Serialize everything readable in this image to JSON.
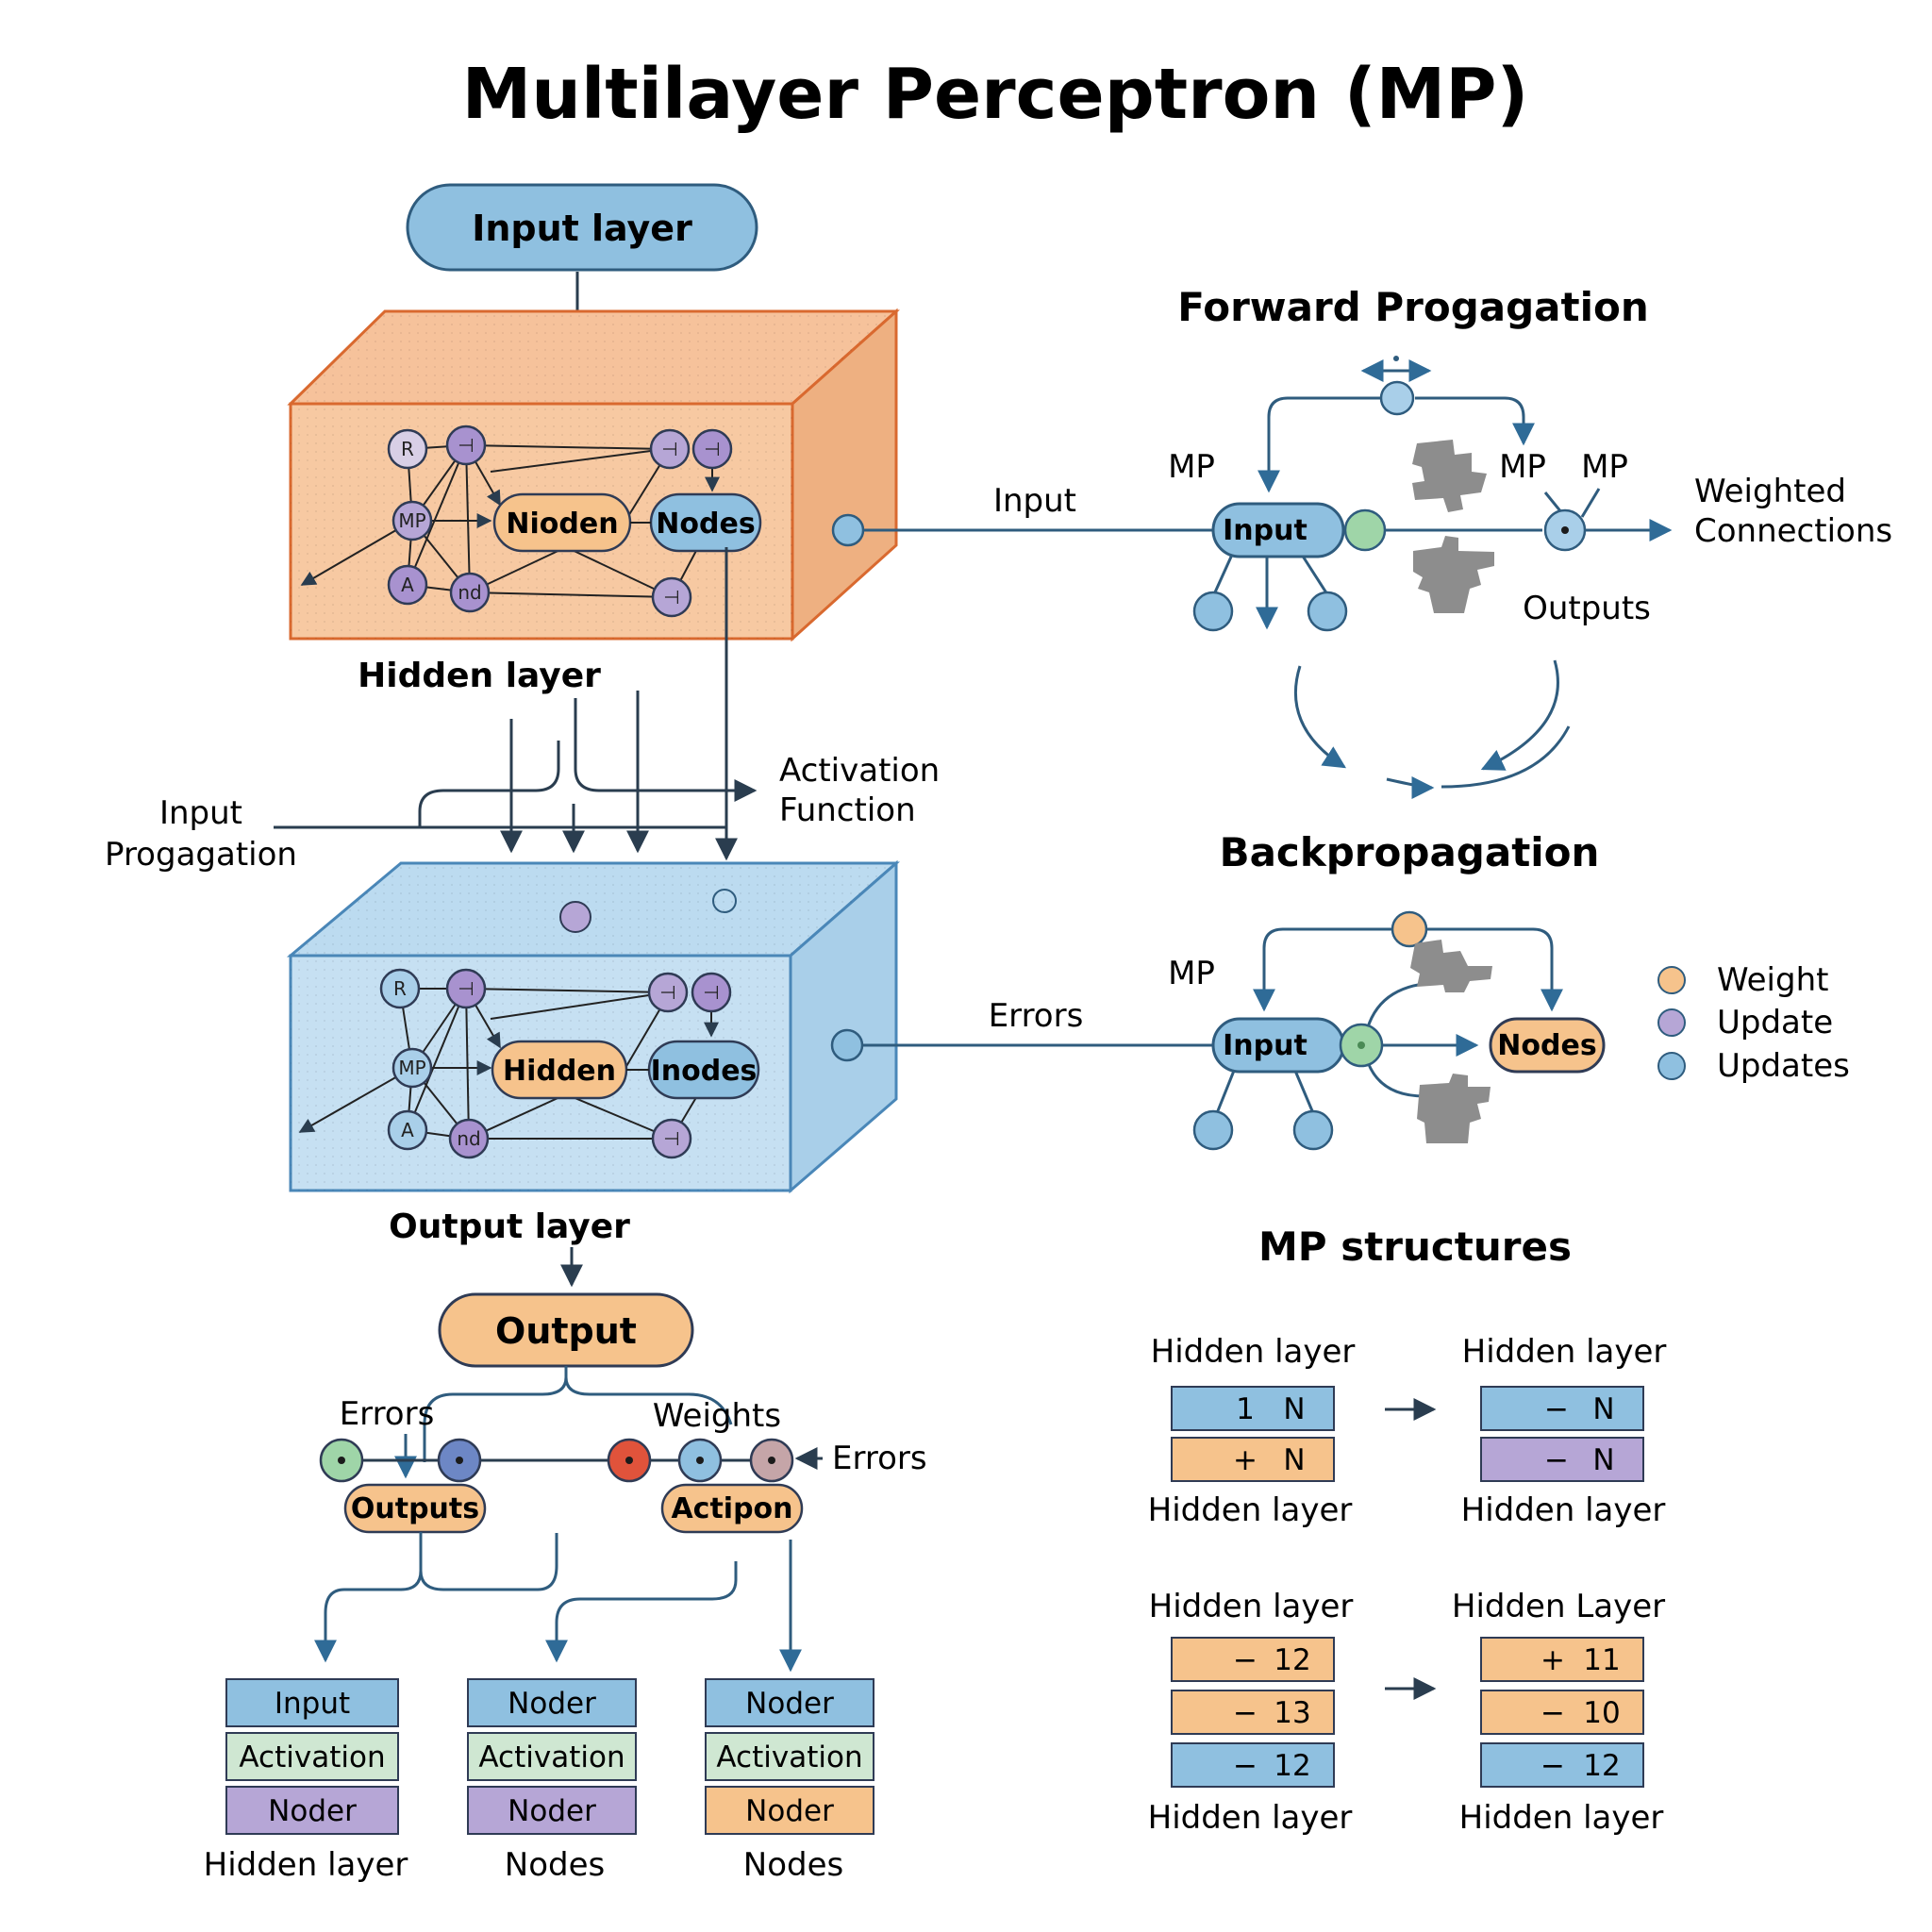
{
  "title": "Multilayer Perceptron (MP)",
  "colors": {
    "blue": "#8fc0e0",
    "orange": "#f6c38c",
    "purple": "#b6a6d6",
    "green": "#9fd5a8",
    "red": "#e0533b",
    "line": "#2f5c7e",
    "hidden_box": "#f7c9a2",
    "output_box": "#c6e0f2"
  },
  "left": {
    "input_layer_pill": "Input layer",
    "hidden_box": {
      "caption": "Hidden layer",
      "pill_left": "Nioden",
      "pill_right": "Nodes",
      "node_labels": [
        "R",
        "⊣",
        "MP",
        "⊣",
        "⊣",
        "A",
        "nd",
        "⊣"
      ]
    },
    "input_propagation": "Input Progagation",
    "activation_function": "Activation Function",
    "output_box": {
      "caption": "Output layer",
      "pill_left": "Hidden",
      "pill_right": "Inodes",
      "node_labels": [
        "R",
        "⊣",
        "MP",
        "⊣",
        "⊣",
        "A",
        "nd",
        "⊣"
      ]
    },
    "output_pill": "Output",
    "errors_left": "Errors",
    "weights": "Weights",
    "errors_right": "Errors",
    "outputs_pill": "Outputs",
    "action_pill": "Actipon",
    "stacks": [
      {
        "rows": [
          "Input",
          "Activation",
          "Noder"
        ],
        "caption": "Hidden layer"
      },
      {
        "rows": [
          "Noder",
          "Activation",
          "Noder"
        ],
        "caption": "Nodes"
      },
      {
        "rows": [
          "Noder",
          "Activation",
          "Noder"
        ],
        "caption": "Nodes"
      }
    ]
  },
  "forward": {
    "heading": "Forward Progagation",
    "link_label": "Input",
    "mp_a": "MP",
    "mp_b": "MP",
    "mp_c": "MP",
    "input_pill": "Input",
    "weighted": "Weighted Connections",
    "outputs": "Outputs"
  },
  "back": {
    "heading": "Backpropagation",
    "link_label": "Errors",
    "mp": "MP",
    "input_pill": "Input",
    "nodes_pill": "Nodes",
    "legend": [
      "Weight",
      "Update",
      "Updates"
    ]
  },
  "structures": {
    "heading": "MP structures",
    "top": {
      "left_header": "Hidden layer",
      "left_rows": [
        {
          "sign": "1",
          "val": "N"
        },
        {
          "sign": "+",
          "val": "N"
        }
      ],
      "left_footer": "Hidden layer",
      "right_header": "Hidden layer",
      "right_rows": [
        {
          "sign": "−",
          "val": "N"
        },
        {
          "sign": "−",
          "val": "N"
        }
      ],
      "right_footer": "Hidden layer"
    },
    "bottom": {
      "left_header": "Hidden layer",
      "left_rows": [
        {
          "sign": "−",
          "val": "12"
        },
        {
          "sign": "−",
          "val": "13"
        },
        {
          "sign": "−",
          "val": "12"
        }
      ],
      "left_footer": "Hidden layer",
      "right_header": "Hidden Layer",
      "right_rows": [
        {
          "sign": "+",
          "val": "11"
        },
        {
          "sign": "−",
          "val": "10"
        },
        {
          "sign": "−",
          "val": "12"
        }
      ],
      "right_footer": "Hidden layer"
    }
  }
}
